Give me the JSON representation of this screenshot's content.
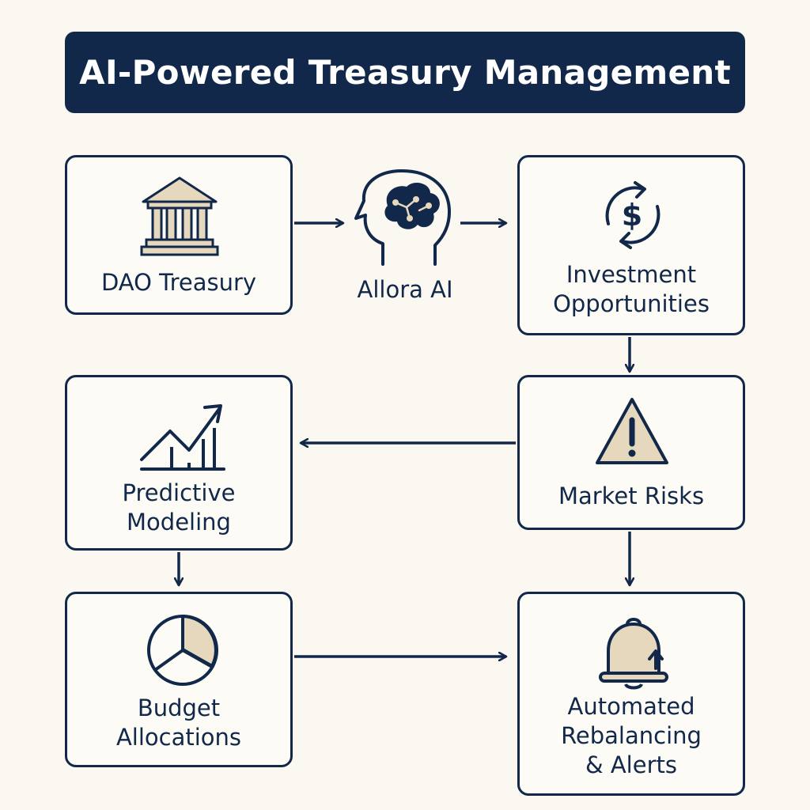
{
  "title": "AI-Powered Treasury Management",
  "nodes": {
    "dao_treasury": {
      "label": "DAO Treasury",
      "icon": "bank-building-icon"
    },
    "allora_ai": {
      "label": "Allora AI",
      "icon": "ai-brain-head-icon"
    },
    "investment": {
      "label": "Investment\nOpportunities",
      "icon": "dollar-cycle-icon"
    },
    "market_risks": {
      "label": "Market Risks",
      "icon": "warning-triangle-icon"
    },
    "predictive": {
      "label": "Predictive\nModeling",
      "icon": "trend-chart-icon"
    },
    "budget": {
      "label": "Budget\nAllocations",
      "icon": "pie-chart-icon"
    },
    "rebalancing": {
      "label": "Automated\nRebalancing\n& Alerts",
      "icon": "bell-alert-icon"
    }
  },
  "edges": [
    {
      "from": "dao_treasury",
      "to": "allora_ai"
    },
    {
      "from": "allora_ai",
      "to": "investment"
    },
    {
      "from": "investment",
      "to": "market_risks"
    },
    {
      "from": "market_risks",
      "to": "predictive"
    },
    {
      "from": "market_risks",
      "to": "rebalancing"
    },
    {
      "from": "predictive",
      "to": "budget"
    },
    {
      "from": "budget",
      "to": "rebalancing"
    }
  ],
  "colors": {
    "navy": "#11284a",
    "tan": "#e6d8bd",
    "background": "#fbf8f1"
  }
}
